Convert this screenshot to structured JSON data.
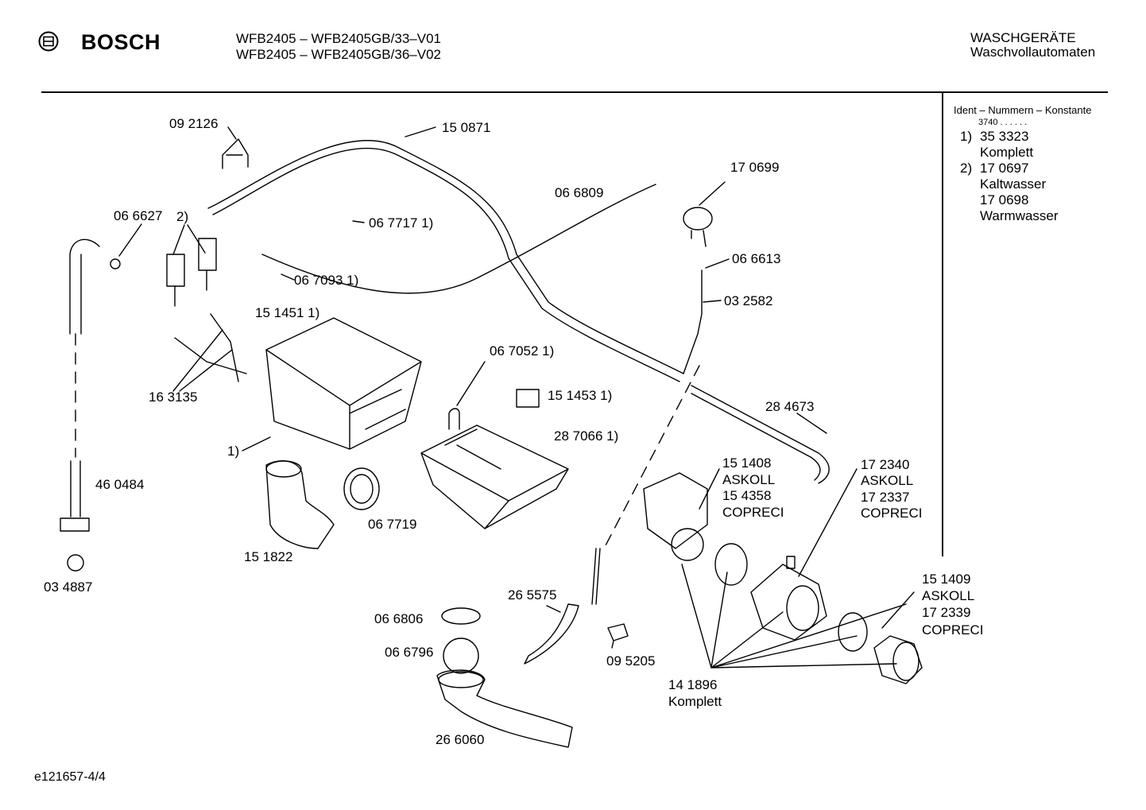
{
  "header": {
    "brand": "BOSCH",
    "model_line_1": "WFB2405 – WFB2405GB/33–V01",
    "model_line_2": "WFB2405 – WFB2405GB/36–V02",
    "category_line_1": "WASCHGERÄTE",
    "category_line_2": "Waschvollautomaten"
  },
  "ident_panel": {
    "title": "Ident – Nummern – Konstante",
    "constant": "3740  .  .  .  .  .  .",
    "notes": [
      {
        "marker": "1)",
        "number": "35 3323",
        "text": "Komplett"
      },
      {
        "marker": "2)",
        "number": "17 0697",
        "text": "Kaltwasser"
      },
      {
        "marker": "",
        "number": "17 0698",
        "text": "Warmwasser"
      }
    ]
  },
  "parts": [
    {
      "label": "09 2126"
    },
    {
      "label": "15 0871"
    },
    {
      "label": "06 6809"
    },
    {
      "label": "17 0699"
    },
    {
      "label": "06 6627"
    },
    {
      "label": "2)"
    },
    {
      "label": "06 7717 1)"
    },
    {
      "label": "06 7093 1)"
    },
    {
      "label": "06 6613"
    },
    {
      "label": "03 2582"
    },
    {
      "label": "15 1451 1)"
    },
    {
      "label": "06 7052 1)"
    },
    {
      "label": "15 1453 1)"
    },
    {
      "label": "16 3135"
    },
    {
      "label": "28 7066 1)"
    },
    {
      "label": "28 4673"
    },
    {
      "label": "1)"
    },
    {
      "label": "15 1408"
    },
    {
      "label": "ASKOLL"
    },
    {
      "label": "15 4358"
    },
    {
      "label": "COPRECI"
    },
    {
      "label": "17 2340"
    },
    {
      "label": "ASKOLL"
    },
    {
      "label": "17 2337"
    },
    {
      "label": "COPRECI"
    },
    {
      "label": "46 0484"
    },
    {
      "label": "06 7719"
    },
    {
      "label": "15 1822"
    },
    {
      "label": "03 4887"
    },
    {
      "label": "26 5575"
    },
    {
      "label": "06 6806"
    },
    {
      "label": "06 6796"
    },
    {
      "label": "09 5205"
    },
    {
      "label": "15 1409"
    },
    {
      "label": "ASKOLL"
    },
    {
      "label": "17 2339"
    },
    {
      "label": "COPRECI"
    },
    {
      "label": "14 1896"
    },
    {
      "label": "Komplett"
    },
    {
      "label": "26 6060"
    }
  ],
  "footer": {
    "drawing_id": "e121657-4/4"
  }
}
